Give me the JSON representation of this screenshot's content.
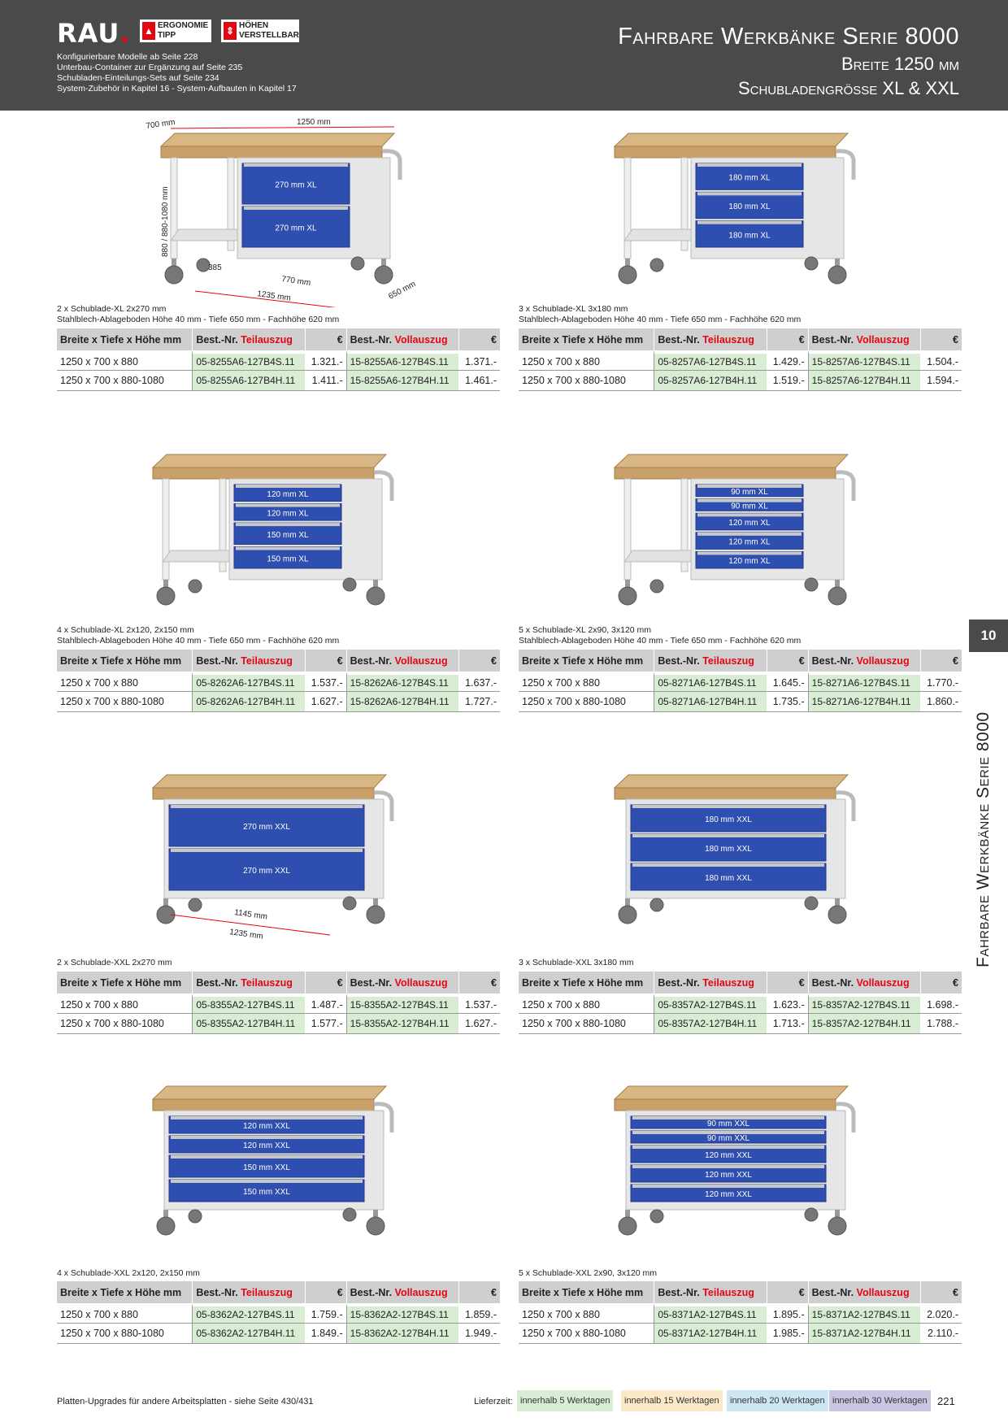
{
  "header": {
    "logo_text": "RAU",
    "logo_dot": ".",
    "badge_ergo_line1": "ERGONOMIE",
    "badge_ergo_line2": "TIPP",
    "badge_hoehe_line1": "HÖHEN",
    "badge_hoehe_line2": "VERSTELLBAR",
    "notes": [
      "Konfigurierbare Modelle ab Seite 228",
      "Unterbau-Container zur Ergänzung auf Seite 235",
      "Schubladen-Einteilungs-Sets auf Seite 234",
      "System-Zubehör in Kapitel 16 - System-Aufbauten in Kapitel 17"
    ],
    "title": "Fahrbare Werkbänke Serie 8000",
    "subtitle1": "Breite 1250 mm",
    "subtitle2": "Schubladengrösse XL & XXL"
  },
  "side": {
    "chapter": "10",
    "label": "Fahrbare Werkbänke Serie 8000"
  },
  "table_headers": {
    "dims": "Breite x Tiefe x Höhe mm",
    "best": "Best.-Nr.",
    "teil": "Teilauszug",
    "voll": "Vollauszug",
    "eur": "€"
  },
  "dim_labels": {
    "d700": "700 mm",
    "d1250": "1250 mm",
    "height": "880 / 880-1080 mm",
    "d385": "385",
    "d770": "770 mm",
    "d1235": "1235 mm",
    "d650": "650 mm",
    "d1145": "1145 mm"
  },
  "products": [
    {
      "drawers": [
        "270 mm XL",
        "270 mm XL"
      ],
      "desc1": "2 x Schublade-XL 2x270 mm",
      "desc2": "Stahlblech-Ablageboden Höhe 40 mm - Tiefe 650 mm - Fachhöhe 620 mm",
      "rows": [
        {
          "dims": "1250 x 700 x 880",
          "teil_nr": "05-8255A6-127B4S.11",
          "teil_p": "1.321.-",
          "voll_nr": "15-8255A6-127B4S.11",
          "voll_p": "1.371.-"
        },
        {
          "dims": "1250 x 700 x 880-1080",
          "teil_nr": "05-8255A6-127B4H.11",
          "teil_p": "1.411.-",
          "voll_nr": "15-8255A6-127B4H.11",
          "voll_p": "1.461.-"
        }
      ]
    },
    {
      "drawers": [
        "180 mm XL",
        "180 mm XL",
        "180 mm XL"
      ],
      "desc1": "3 x Schublade-XL 3x180 mm",
      "desc2": "Stahlblech-Ablageboden Höhe 40 mm - Tiefe 650 mm - Fachhöhe 620 mm",
      "rows": [
        {
          "dims": "1250 x 700 x 880",
          "teil_nr": "05-8257A6-127B4S.11",
          "teil_p": "1.429.-",
          "voll_nr": "15-8257A6-127B4S.11",
          "voll_p": "1.504.-"
        },
        {
          "dims": "1250 x 700 x 880-1080",
          "teil_nr": "05-8257A6-127B4H.11",
          "teil_p": "1.519.-",
          "voll_nr": "15-8257A6-127B4H.11",
          "voll_p": "1.594.-"
        }
      ]
    },
    {
      "drawers": [
        "120 mm XL",
        "120 mm XL",
        "150 mm XL",
        "150 mm XL"
      ],
      "desc1": "4 x Schublade-XL 2x120, 2x150 mm",
      "desc2": "Stahlblech-Ablageboden Höhe 40 mm - Tiefe 650 mm - Fachhöhe 620 mm",
      "rows": [
        {
          "dims": "1250 x 700 x 880",
          "teil_nr": "05-8262A6-127B4S.11",
          "teil_p": "1.537.-",
          "voll_nr": "15-8262A6-127B4S.11",
          "voll_p": "1.637.-"
        },
        {
          "dims": "1250 x 700 x 880-1080",
          "teil_nr": "05-8262A6-127B4H.11",
          "teil_p": "1.627.-",
          "voll_nr": "15-8262A6-127B4H.11",
          "voll_p": "1.727.-"
        }
      ]
    },
    {
      "drawers": [
        "90 mm XL",
        "90 mm XL",
        "120 mm XL",
        "120 mm XL",
        "120 mm XL"
      ],
      "desc1": "5 x Schublade-XL 2x90, 3x120 mm",
      "desc2": "Stahlblech-Ablageboden Höhe 40 mm - Tiefe 650 mm - Fachhöhe 620 mm",
      "rows": [
        {
          "dims": "1250 x 700 x 880",
          "teil_nr": "05-8271A6-127B4S.11",
          "teil_p": "1.645.-",
          "voll_nr": "15-8271A6-127B4S.11",
          "voll_p": "1.770.-"
        },
        {
          "dims": "1250 x 700 x 880-1080",
          "teil_nr": "05-8271A6-127B4H.11",
          "teil_p": "1.735.-",
          "voll_nr": "15-8271A6-127B4H.11",
          "voll_p": "1.860.-"
        }
      ]
    },
    {
      "drawers": [
        "270 mm XXL",
        "270 mm XXL"
      ],
      "desc1": "2 x Schublade-XXL 2x270 mm",
      "desc2": "",
      "rows": [
        {
          "dims": "1250 x 700 x 880",
          "teil_nr": "05-8355A2-127B4S.11",
          "teil_p": "1.487.-",
          "voll_nr": "15-8355A2-127B4S.11",
          "voll_p": "1.537.-"
        },
        {
          "dims": "1250 x 700 x 880-1080",
          "teil_nr": "05-8355A2-127B4H.11",
          "teil_p": "1.577.-",
          "voll_nr": "15-8355A2-127B4H.11",
          "voll_p": "1.627.-"
        }
      ]
    },
    {
      "drawers": [
        "180 mm XXL",
        "180 mm XXL",
        "180 mm XXL"
      ],
      "desc1": "3 x Schublade-XXL 3x180 mm",
      "desc2": "",
      "rows": [
        {
          "dims": "1250 x 700 x 880",
          "teil_nr": "05-8357A2-127B4S.11",
          "teil_p": "1.623.-",
          "voll_nr": "15-8357A2-127B4S.11",
          "voll_p": "1.698.-"
        },
        {
          "dims": "1250 x 700 x 880-1080",
          "teil_nr": "05-8357A2-127B4H.11",
          "teil_p": "1.713.-",
          "voll_nr": "15-8357A2-127B4H.11",
          "voll_p": "1.788.-"
        }
      ]
    },
    {
      "drawers": [
        "120 mm XXL",
        "120 mm XXL",
        "150 mm XXL",
        "150 mm XXL"
      ],
      "desc1": "4 x Schublade-XXL 2x120, 2x150 mm",
      "desc2": "",
      "rows": [
        {
          "dims": "1250 x 700 x 880",
          "teil_nr": "05-8362A2-127B4S.11",
          "teil_p": "1.759.-",
          "voll_nr": "15-8362A2-127B4S.11",
          "voll_p": "1.859.-"
        },
        {
          "dims": "1250 x 700 x 880-1080",
          "teil_nr": "05-8362A2-127B4H.11",
          "teil_p": "1.849.-",
          "voll_nr": "15-8362A2-127B4H.11",
          "voll_p": "1.949.-"
        }
      ]
    },
    {
      "drawers": [
        "90 mm XXL",
        "90 mm XXL",
        "120 mm XXL",
        "120 mm XXL",
        "120 mm XXL"
      ],
      "desc1": "5 x Schublade-XXL 2x90, 3x120 mm",
      "desc2": "",
      "rows": [
        {
          "dims": "1250 x 700 x 880",
          "teil_nr": "05-8371A2-127B4S.11",
          "teil_p": "1.895.-",
          "voll_nr": "15-8371A2-127B4S.11",
          "voll_p": "2.020.-"
        },
        {
          "dims": "1250 x 700 x 880-1080",
          "teil_nr": "05-8371A2-127B4H.11",
          "teil_p": "1.985.-",
          "voll_nr": "15-8371A2-127B4H.11",
          "voll_p": "2.110.-"
        }
      ]
    }
  ],
  "footer": {
    "note": "Platten-Upgrades für andere Arbeitsplatten - siehe Seite 430/431",
    "lieferzeit": "Lieferzeit:",
    "legend": [
      "innerhalb 5 Werktagen",
      "innerhalb 15 Werktagen",
      "innerhalb 20 Werktagen",
      "innerhalb 30 Werktagen"
    ],
    "page": "221"
  },
  "colors": {
    "header_bg": "#4a4a4a",
    "accent_red": "#e30613",
    "drawer_blue": "#2f4fb0",
    "worktop": "#c9a06a",
    "frame": "#e6e6e6",
    "stock_green": "#d9ecd4"
  }
}
